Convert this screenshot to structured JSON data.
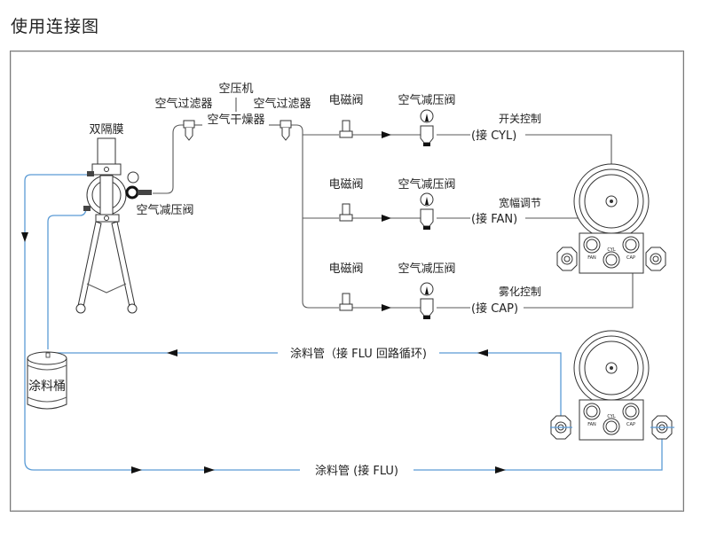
{
  "title": "使用连接图",
  "colors": {
    "air_line": "#5a5a5a",
    "fluid_line": "#5b9bd5",
    "frame": "#7a7a7a",
    "text": "#222222"
  },
  "labels": {
    "pump": "双隔膜",
    "pump_regulator": "空气减压阀",
    "compressor": "空压机",
    "filter_left": "空气过滤器",
    "filter_right": "空气过滤器",
    "dryer": "空气干燥器",
    "paint_bucket": "涂料桶"
  },
  "air_branches": [
    {
      "solenoid": "电磁阀",
      "regulator": "空气减压阀",
      "function": "开关控制",
      "connect": "(接  CYL)"
    },
    {
      "solenoid": "电磁阀",
      "regulator": "空气减压阀",
      "function": "宽幅调节",
      "connect": "(接  FAN)"
    },
    {
      "solenoid": "电磁阀",
      "regulator": "空气减压阀",
      "function": "雾化控制",
      "connect": "(接  CAP)"
    }
  ],
  "fluid_lines": {
    "return": "涂料管（接   FLU 回路循环)",
    "supply": "涂料管 (接   FLU)"
  },
  "gun_ports": [
    "FAN",
    "CYL",
    "CAP"
  ]
}
